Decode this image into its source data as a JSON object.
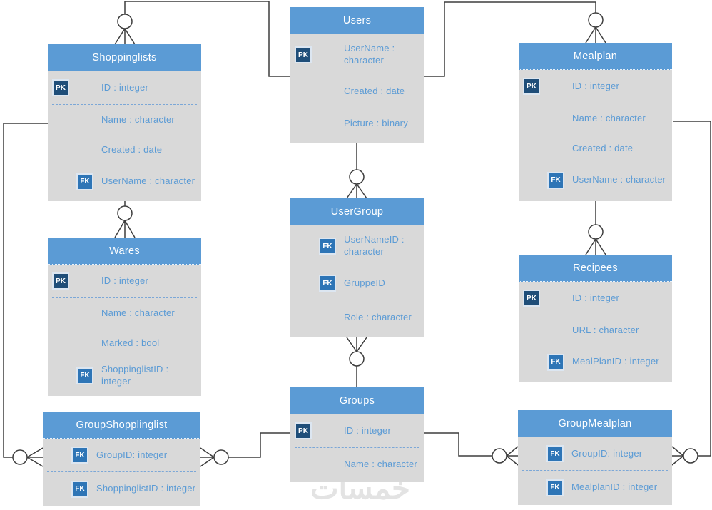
{
  "watermark": "خمسات",
  "colors": {
    "header_blue": "#5b9bd5",
    "body_gray": "#d9d9d9",
    "pk_badge_blue": "#1f4e79",
    "fk_badge_blue": "#2e75b6",
    "field_text_blue": "#5b9bd5",
    "connector_gray": "#3d3d3d"
  },
  "tables": [
    {
      "title": "Shoppinglists",
      "fields": [
        {
          "key": "PK",
          "label": "ID : integer"
        },
        {
          "key": "",
          "label": "Name : character"
        },
        {
          "key": "",
          "label": "Created : date"
        },
        {
          "key": "FK",
          "label": "UserName : character"
        }
      ]
    },
    {
      "title": "Users",
      "fields": [
        {
          "key": "PK",
          "label": "UserName : character"
        },
        {
          "key": "",
          "label": "Created : date"
        },
        {
          "key": "",
          "label": "Picture : binary"
        }
      ]
    },
    {
      "title": "Mealplan",
      "fields": [
        {
          "key": "PK",
          "label": "ID : integer"
        },
        {
          "key": "",
          "label": "Name : character"
        },
        {
          "key": "",
          "label": "Created : date"
        },
        {
          "key": "FK",
          "label": "UserName : character"
        }
      ]
    },
    {
      "title": "Wares",
      "fields": [
        {
          "key": "PK",
          "label": "ID : integer"
        },
        {
          "key": "",
          "label": "Name : character"
        },
        {
          "key": "",
          "label": "Marked : bool"
        },
        {
          "key": "FK",
          "label": "ShoppinglistID : integer"
        }
      ]
    },
    {
      "title": "UserGroup",
      "fields": [
        {
          "key": "FK",
          "label": "UserNameID : character"
        },
        {
          "key": "FK",
          "label": "GruppeID"
        },
        {
          "key": "",
          "label": "Role : character"
        }
      ]
    },
    {
      "title": "Recipees",
      "fields": [
        {
          "key": "PK",
          "label": "ID : integer"
        },
        {
          "key": "",
          "label": "URL : character"
        },
        {
          "key": "FK",
          "label": "MealPlanID : integer"
        }
      ]
    },
    {
      "title": "GroupShopplinglist",
      "fields": [
        {
          "key": "FK",
          "label": "GroupID: integer"
        },
        {
          "key": "FK",
          "label": "ShoppinglistID : integer"
        }
      ]
    },
    {
      "title": "Groups",
      "fields": [
        {
          "key": "PK",
          "label": "ID : integer"
        },
        {
          "key": "",
          "label": "Name : character"
        }
      ]
    },
    {
      "title": "GroupMealplan",
      "fields": [
        {
          "key": "FK",
          "label": "GroupID: integer"
        },
        {
          "key": "FK",
          "label": "MealplanID : integer"
        }
      ]
    }
  ]
}
